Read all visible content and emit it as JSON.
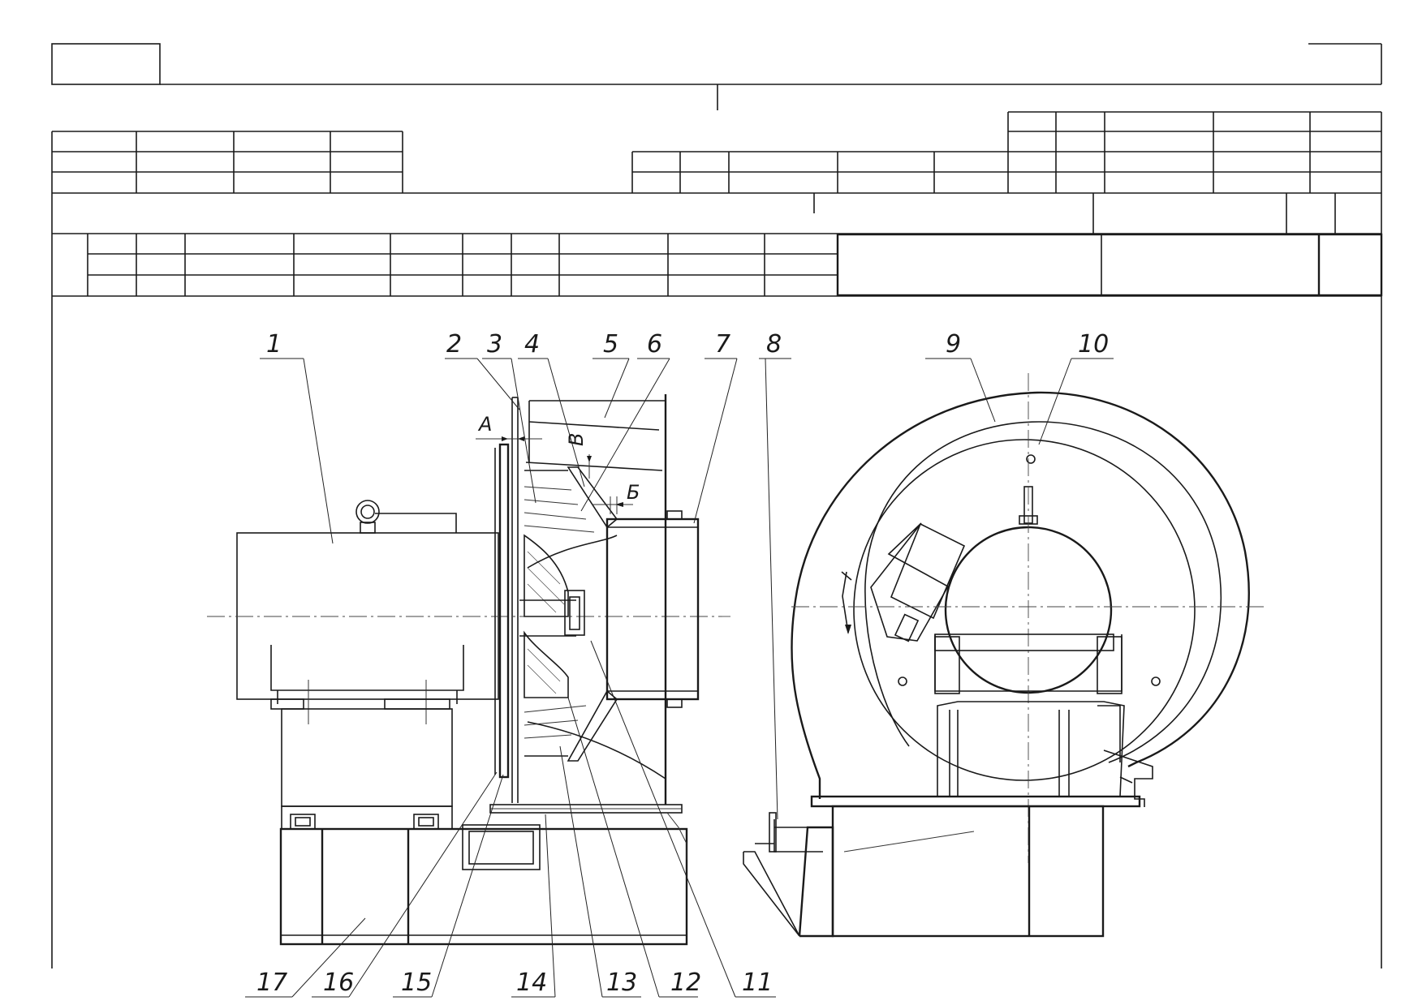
{
  "drawing": {
    "callouts": [
      "1",
      "2",
      "3",
      "4",
      "5",
      "6",
      "7",
      "8",
      "9",
      "10",
      "11",
      "12",
      "13",
      "14",
      "15",
      "16",
      "17"
    ],
    "dimension_marks": {
      "a": "А",
      "v": "В",
      "b": "Б"
    }
  }
}
